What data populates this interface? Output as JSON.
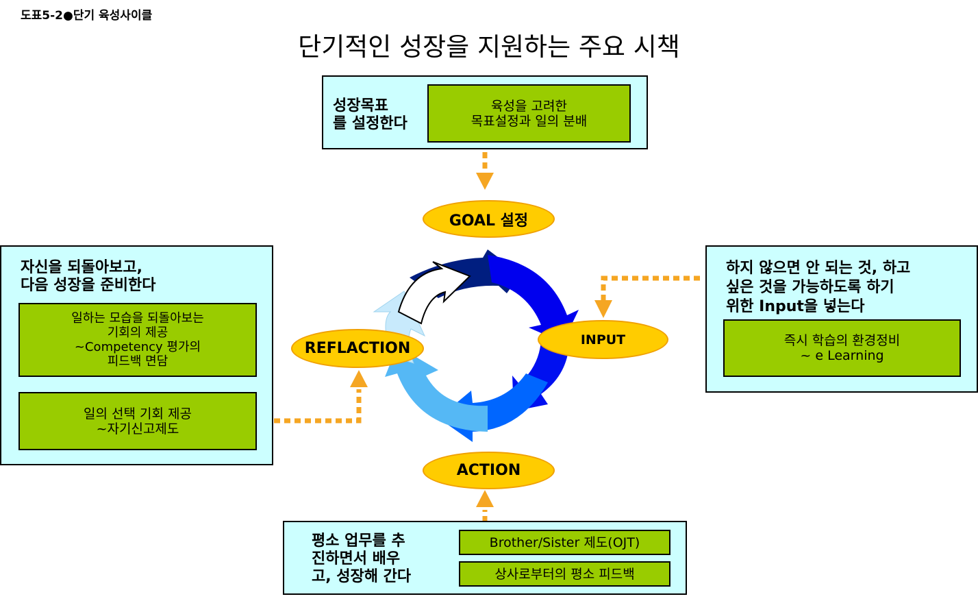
{
  "figure_number": "도표5-2●단기 육성사이클",
  "title": "단기적인 성장을 지원하는 주요 시책",
  "cycle": {
    "goal": "GOAL 설정",
    "input": "INPUT",
    "action": "ACTION",
    "reflaction": "REFLACTION"
  },
  "goal_box": {
    "heading": [
      "성장목표",
      "를 설정한다"
    ],
    "item": [
      "육성을 고려한",
      "목표설정과 일의 분배"
    ]
  },
  "input_box": {
    "heading": [
      "하지 않으면 안 되는 것, 하고",
      "싶은 것을 가능하도록 하기",
      "위한 Input을 넣는다"
    ],
    "item": [
      "즉시 학습의 환경정비",
      "~ e Learning"
    ]
  },
  "reflect_box": {
    "heading": [
      "자신을 되돌아보고,",
      "다음 성장을 준비한다"
    ],
    "item1": [
      "일하는 모습을 되돌아보는",
      "기회의 제공",
      "~Competency 평가의",
      "피드백 면담"
    ],
    "item2": [
      "일의 선택 기회 제공",
      "~자기신고제도"
    ]
  },
  "action_box": {
    "heading": [
      "평소 업무를 추",
      "진하면서 배우",
      "고, 성장해 간다"
    ],
    "item1": "Brother/Sister 제도(OJT)",
    "item2": "상사로부터의 평소 피드백"
  },
  "colors": {
    "panel": "#ccffff",
    "green": "#99cc00",
    "oval": "#ffcc00",
    "connector": "#f5a623",
    "arrow_dark": "#001e80",
    "arrow_mid": "#0000ee",
    "arrow_blue": "#0066ff",
    "arrow_light": "#55b8f5",
    "arrow_pale": "#c8eafc"
  }
}
